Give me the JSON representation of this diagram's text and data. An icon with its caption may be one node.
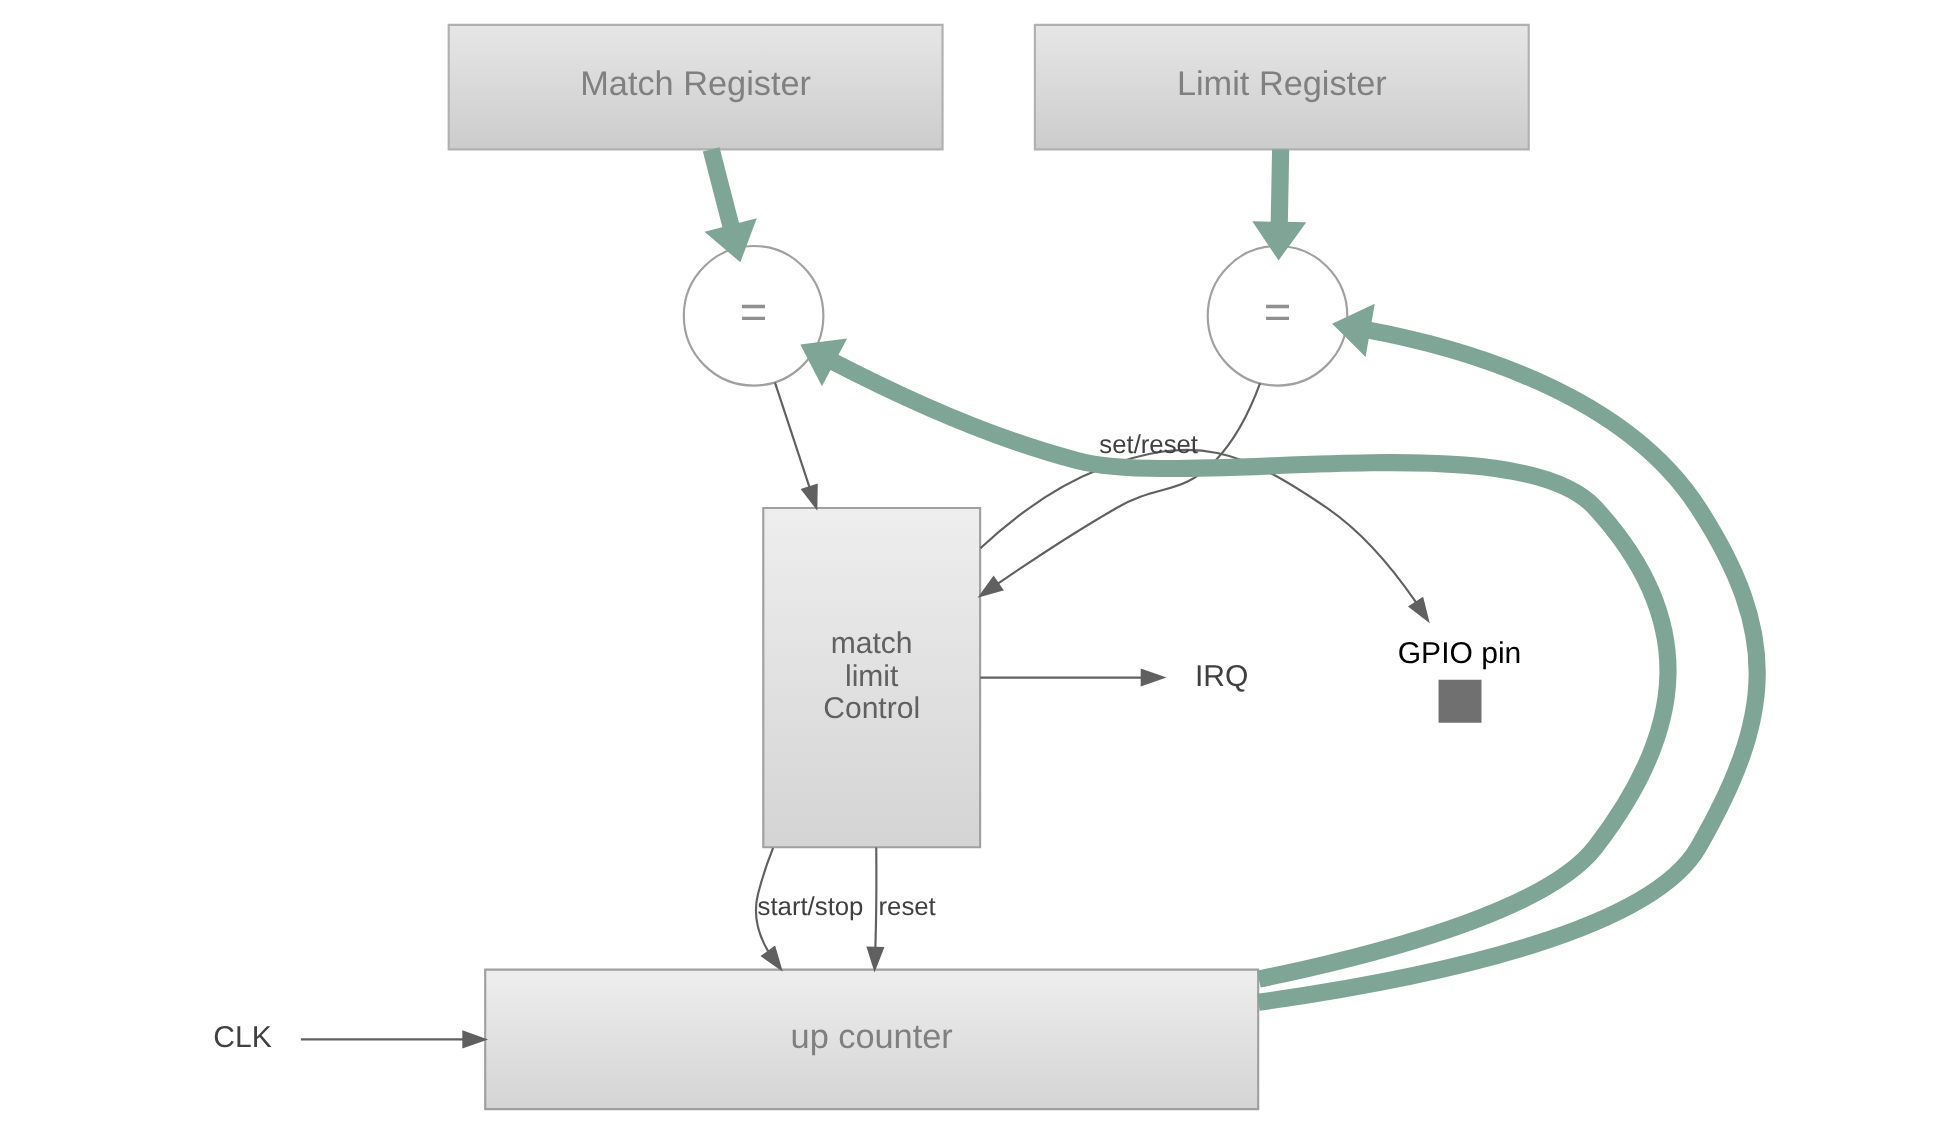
{
  "diagram": {
    "nodes": [
      {
        "text": [
          "Match Register"
        ]
      },
      {
        "text": [
          "Limit Register"
        ]
      },
      {
        "text": [
          "="
        ]
      },
      {
        "text": [
          "="
        ]
      },
      {
        "text": [
          "match",
          "limit",
          "Control"
        ]
      },
      {
        "text": [
          "GPIO pin"
        ]
      },
      {
        "text": [
          "IRQ"
        ]
      },
      {
        "text": [
          "up counter"
        ]
      },
      {
        "text": [
          "CLK"
        ]
      }
    ],
    "edges": [
      {
        "from": 0,
        "to": 2,
        "arrow": "to",
        "style": "thick",
        "color": "#7fa596"
      },
      {
        "from": 1,
        "to": 3,
        "arrow": "to",
        "style": "thick",
        "color": "#7fa596"
      },
      {
        "from": 7,
        "to": 2,
        "arrow": "to",
        "style": "thick",
        "color": "#7fa596"
      },
      {
        "from": 7,
        "to": 3,
        "arrow": "to",
        "style": "thick",
        "color": "#7fa596"
      },
      {
        "from": 2,
        "to": 4,
        "arrow": "to"
      },
      {
        "from": 3,
        "to": 4,
        "arrow": "to"
      },
      {
        "from": 4,
        "to": 5,
        "arrow": "to",
        "label": "set/reset"
      },
      {
        "from": 4,
        "to": 6,
        "arrow": "to"
      },
      {
        "from": 4,
        "to": 7,
        "arrow": "to",
        "label": "start/stop"
      },
      {
        "from": 4,
        "to": 7,
        "arrow": "to",
        "label": "reset"
      },
      {
        "from": 8,
        "to": 7,
        "arrow": "to"
      }
    ]
  }
}
